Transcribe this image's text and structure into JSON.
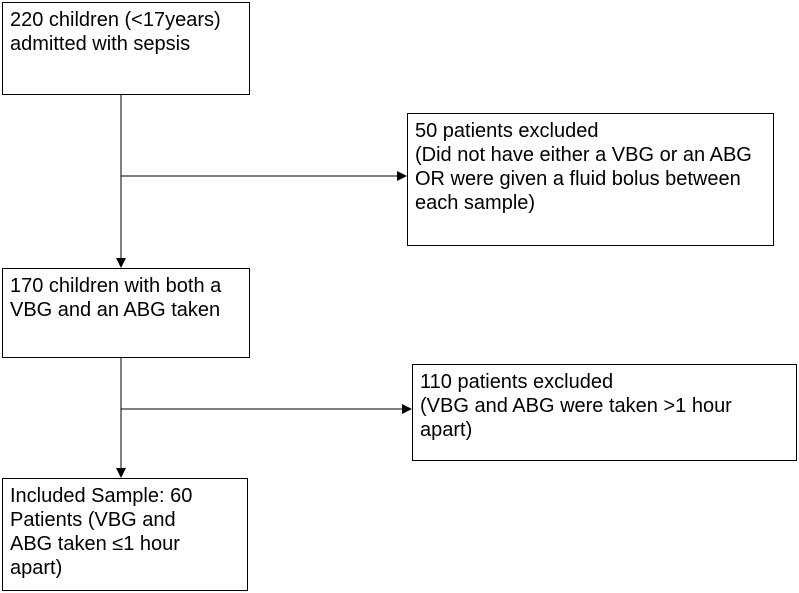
{
  "boxes": {
    "admitted": "220 children (<17years)\nadmitted with sepsis",
    "excluded_first": "50 patients excluded\n(Did not have either a VBG or an ABG\nOR were given a fluid bolus between\neach sample)",
    "both_taken": "170 children with both a\nVBG and an ABG taken",
    "excluded_second": "110 patients excluded\n(VBG and ABG were taken >1 hour\napart)",
    "included": "Included Sample: 60\nPatients (VBG and\nABG taken ≤1 hour\napart)"
  },
  "colors": {
    "line": "#000000",
    "box_border": "#000000",
    "background": "#ffffff"
  }
}
